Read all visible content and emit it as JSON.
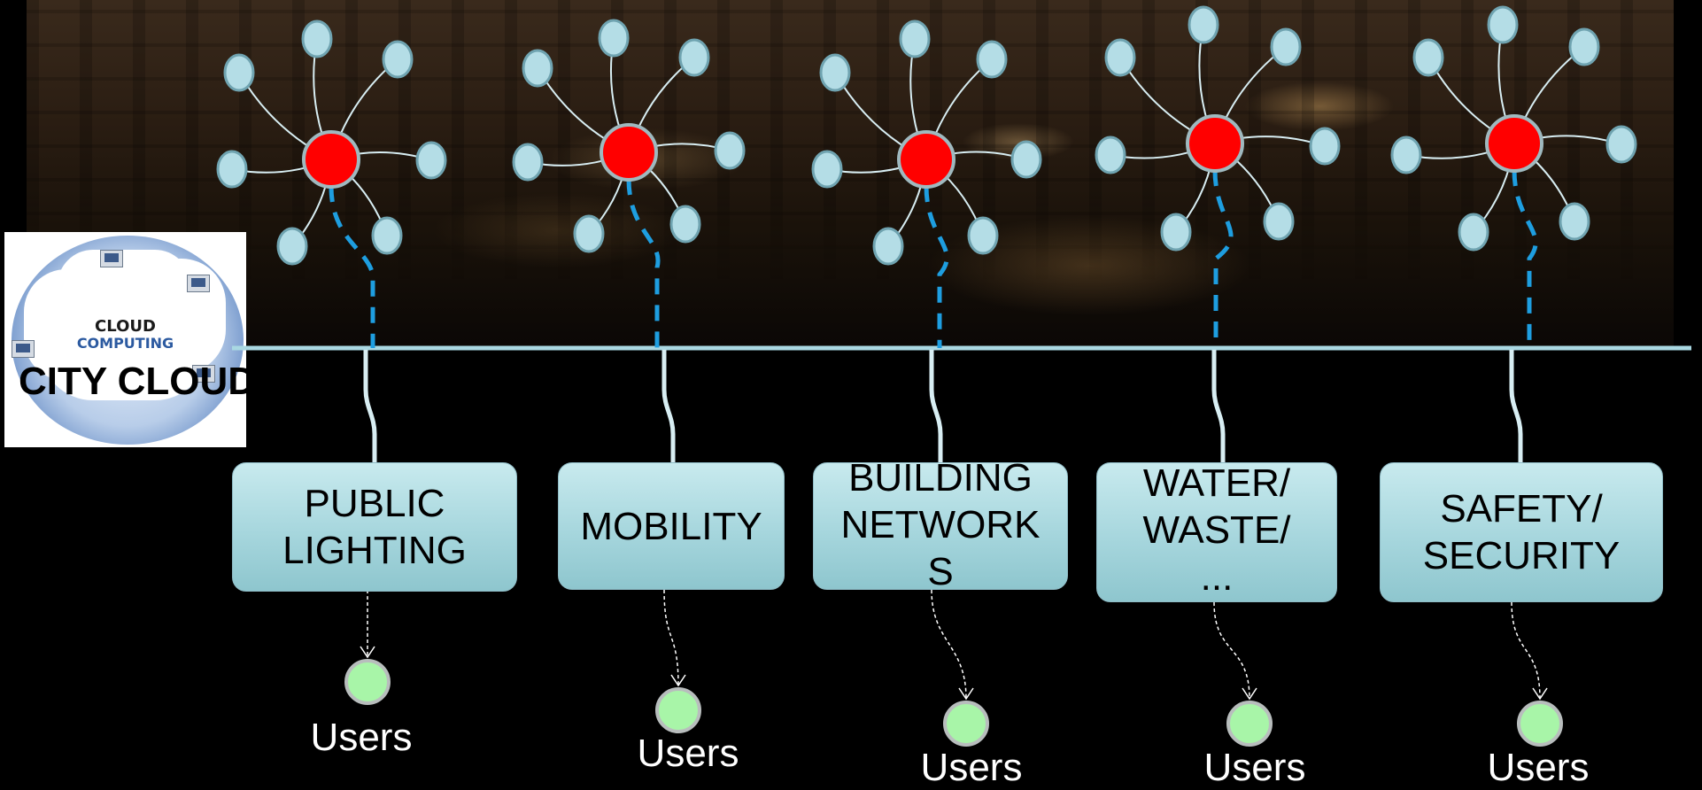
{
  "logo": {
    "line1": "CLOUD",
    "line2": "COMPUTING",
    "line3": "CITY CLOUD"
  },
  "domains": [
    {
      "label": "PUBLIC LIGHTING"
    },
    {
      "label": "MOBILITY"
    },
    {
      "label": "BUILDING NETWORKS"
    },
    {
      "label": "WATER/ WASTE/ ..."
    },
    {
      "label": "SAFETY/ SECURITY"
    }
  ],
  "users_label": "Users",
  "colors": {
    "hub": "#ff0000",
    "sensor": "#b4dde6",
    "bus_line": "#a9d8e2",
    "dashed_link": "#1e9ee0",
    "user_node": "#a8f5a8",
    "box": "#a6d6dd"
  },
  "icons": {
    "hub": "red-hub-node-icon",
    "sensor": "sensor-node-icon",
    "user": "user-node-icon",
    "computer": "computer-icon"
  }
}
